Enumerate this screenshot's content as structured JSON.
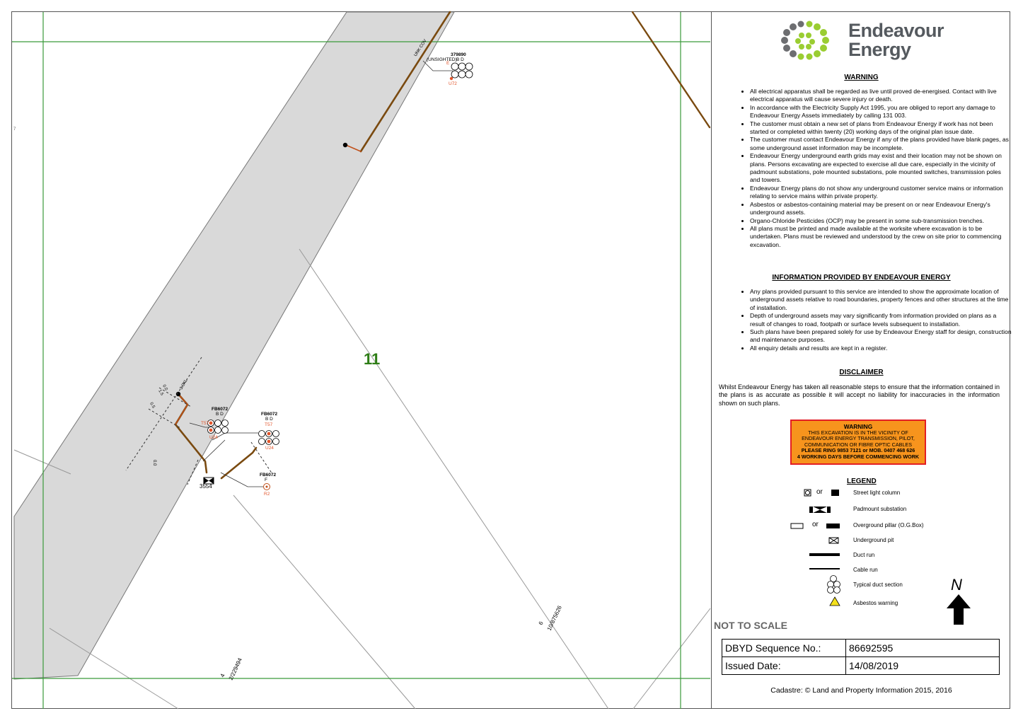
{
  "map": {
    "lot_number": "11",
    "labels": {
      "unk_cov": "UNK COV",
      "unsighted": "(UNSIGHTED)",
      "pole_top": "379890",
      "bd_top": "B D",
      "u72": "U72",
      "e": "E",
      "depth_left_1": "3.0KL",
      "depth_left_2": "0.0",
      "depth_left_3": "1.5",
      "depth_left_4": "0.5",
      "depth_left_5": "0.0",
      "fb1_name": "FB6072",
      "fb1_bd": "B D",
      "fb1_t": "T57",
      "fb1_u": "U24",
      "fb2_name": "FB6072",
      "fb2_bd": "B D",
      "fb2_t": "T57",
      "fb2_u": "U24",
      "fb3_name": "FB6072",
      "fb3_f": "F",
      "fb3_r": "R2",
      "sub_number": "3554",
      "lot_6": "6",
      "dp_6": "10/875626",
      "lot_4": "4",
      "dp_4": "2/229494",
      "edge_mark": "7"
    },
    "colors": {
      "road": "#d9d9d9",
      "grid": "#3a9a3a",
      "cable": "#7a4a10",
      "cable_highlight": "#c0501a",
      "asset_red": "#e2552b",
      "lot_green": "#2e7d16"
    }
  },
  "panel": {
    "brand_line1": "Endeavour",
    "brand_line2": "Energy",
    "warning_title": "WARNING",
    "warning_items": [
      "All electrical apparatus shall be regarded as live until proved de-energised. Contact with live electrical apparatus will cause severe injury or death.",
      "In accordance with the Electricity Supply Act 1995, you are obliged to report any damage to Endeavour Energy Assets immediately by calling 131 003.",
      "The customer must obtain a new set of plans from Endeavour Energy if work has not been started or completed within twenty (20) working days of the original plan issue date.",
      "The customer must contact Endeavour Energy if any of the plans provided have blank pages, as some underground asset information may be incomplete.",
      "Endeavour Energy underground earth grids may exist and their location may not be shown on plans. Persons excavating are expected to exercise all due care, especially in the vicinity of padmount substations, pole mounted substations, pole mounted switches, transmission poles and towers.",
      "Endeavour Energy plans do not show any underground customer service mains or information relating to service mains within private property.",
      "Asbestos or asbestos-containing material may be present on or near Endeavour Energy's underground assets.",
      "Organo-Chloride Pesticides (OCP) may be present in some sub-transmission trenches.",
      "All plans must be printed and made available at the worksite where excavation is to be undertaken. Plans must be reviewed and understood by the crew on site prior to commencing excavation."
    ],
    "info_title": "INFORMATION PROVIDED BY ENDEAVOUR ENERGY",
    "info_items": [
      "Any plans provided pursuant to this service are intended to show the approximate location of underground assets relative to road boundaries, property fences and other structures at the time of installation.",
      "Depth of underground assets may vary significantly from information provided on plans as a result of changes to road, footpath or surface levels subsequent to installation.",
      "Such plans have been prepared solely for use by Endeavour Energy staff for design, construction and maintenance purposes.",
      "All enquiry details and results are kept in a register."
    ],
    "disclaimer_title": "DISCLAIMER",
    "disclaimer_text": "Whilst Endeavour Energy has taken all reasonable steps to ensure that the information contained in the plans is as accurate as possible it will accept no liability for inaccuracies in the information shown on such plans.",
    "warnbox": {
      "title": "WARNING",
      "line1": "THIS EXCAVATION IS IN THE VICINITY OF",
      "line2": "ENDEAVOUR ENERGY TRANSMISSION, PILOT,",
      "line3": "COMMUNICATION OR FIBRE OPTIC CABLES",
      "line4": "PLEASE RING 9853 7121 or MOB. 0407 468 626",
      "line5": "4 WORKING DAYS BEFORE COMMENCING WORK"
    },
    "legend_title": "LEGEND",
    "legend": {
      "or1": "or",
      "or2": "or",
      "street_light": "Street light column",
      "padmount": "Padmount substation",
      "pillar": "Overground pillar (O.G.Box)",
      "pit": "Underground pit",
      "duct": "Duct run",
      "cable": "Cable run",
      "section": "Typical duct section",
      "asbestos": "Asbestos warning"
    },
    "north": "N",
    "not_to_scale": "NOT TO SCALE",
    "seq_label": "DBYD Sequence No.:",
    "seq_value": "86692595",
    "date_label": "Issued Date:",
    "date_value": "14/08/2019",
    "cadastre": "Cadastre: © Land and Property Information 2015, 2016"
  }
}
